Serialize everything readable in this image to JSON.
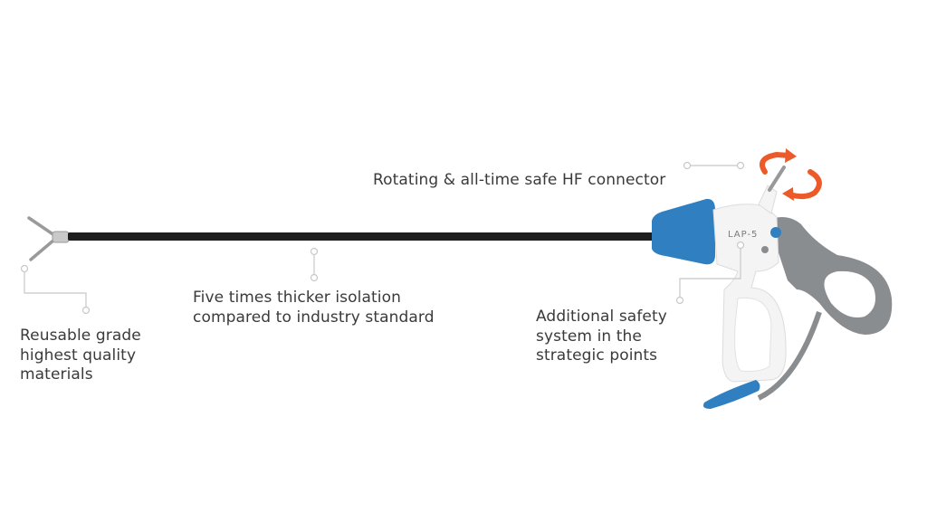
{
  "product": {
    "model_mark": "LAP-5",
    "colors": {
      "accent_blue": "#2f7fc1",
      "handle_gray": "#8a8d90",
      "arrow_orange": "#ec5a2a",
      "shaft": "#1e1e1e",
      "text": "#3a3a3a",
      "callout_line": "#c8c8c8"
    }
  },
  "callouts": {
    "connector": {
      "lines": [
        "Rotating & all-time safe HF connector"
      ]
    },
    "isolation": {
      "lines": [
        "Five times thicker isolation",
        "compared to industry standard"
      ]
    },
    "materials": {
      "lines": [
        "Reusable grade",
        "highest quality",
        "materials"
      ]
    },
    "safety": {
      "lines": [
        "Additional safety",
        "system in the",
        "strategic points"
      ]
    }
  }
}
